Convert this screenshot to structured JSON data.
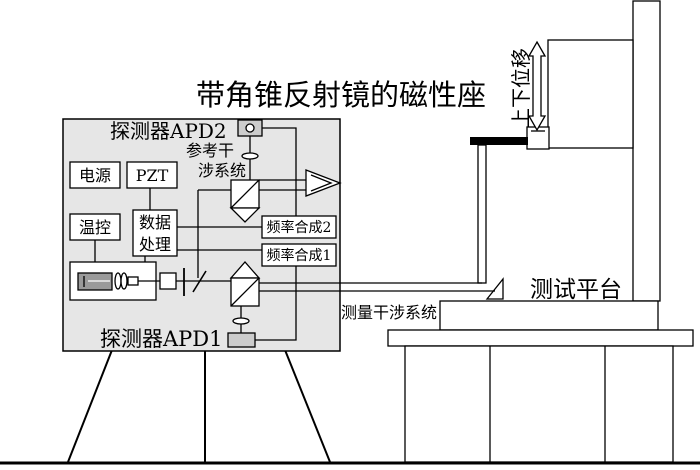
{
  "labels": {
    "magnetic_seat": "带角锥反射镜的磁性座",
    "up_down": "上下位移",
    "apd2": "探测器APD2",
    "apd1": "探测器APD1",
    "ref_interferometer_line1": "参考干",
    "ref_interferometer_line2": "涉系统",
    "power": "电源",
    "pzt": "PZT",
    "temp_control": "温控",
    "data_processing_line1": "数据",
    "data_processing_line2": "处理",
    "freq_synth_2": "频率合成2",
    "freq_synth_1": "频率合成1",
    "measurement_interferometer": "测量干涉系统",
    "test_platform": "测试平台"
  },
  "colors": {
    "enclosure_fill": "#e6e6e6",
    "line": "#000000",
    "detector_fill": "#cccccc"
  }
}
